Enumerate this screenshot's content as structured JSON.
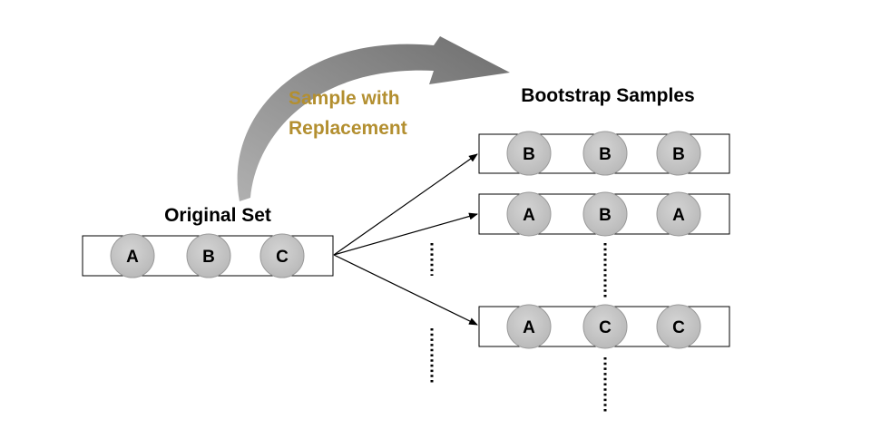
{
  "colors": {
    "sample_text": "#b38f30",
    "ball_fill": "#c8c8c8",
    "ball_stroke": "#9a9a9a",
    "box_stroke": "#000000",
    "curved_arrow": "#808080"
  },
  "labels": {
    "original_set": "Original Set",
    "bootstrap_samples": "Bootstrap Samples",
    "sample_line1": "Sample with",
    "sample_line2": "Replacement"
  },
  "original_set": [
    "A",
    "B",
    "C"
  ],
  "bootstrap_samples": [
    [
      "B",
      "B",
      "B"
    ],
    [
      "A",
      "B",
      "A"
    ],
    [
      "A",
      "C",
      "C"
    ]
  ]
}
